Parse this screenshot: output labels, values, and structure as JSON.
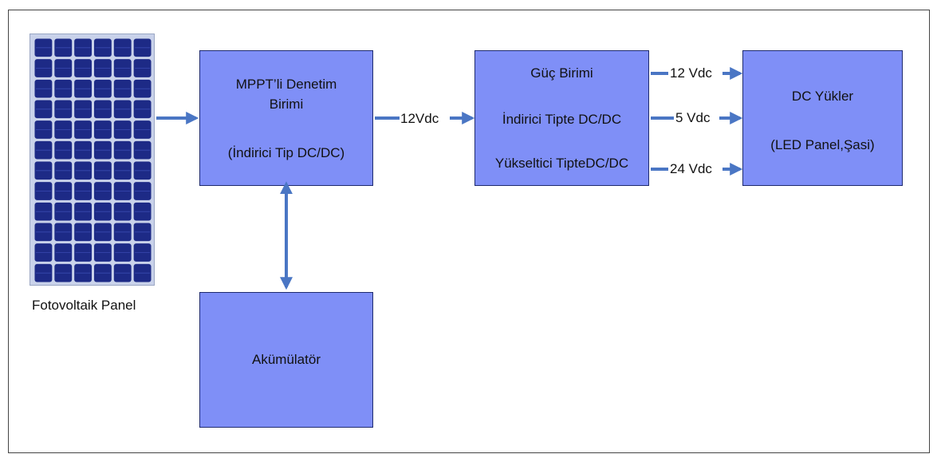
{
  "diagram": {
    "panel": {
      "label": "Fotovoltaik Panel",
      "cell_color": "#1d2a86",
      "frame_color": "#c9d2ea"
    },
    "mppt": {
      "line1": "MPPT’li Denetim",
      "line2": "Birimi",
      "line3": "(İndirici Tip DC/DC)"
    },
    "battery": {
      "label": "Akümülatör"
    },
    "power": {
      "line1": "Güç  Birimi",
      "line2": "İndirici Tipte DC/DC",
      "line3": "Yükseltici TipteDC/DC"
    },
    "loads": {
      "line1": "DC Yükler",
      "line2": "(LED Panel,Şasi)"
    },
    "connections": {
      "mppt_to_power": "12Vdc",
      "out1": "12 Vdc",
      "out2": "5 Vdc",
      "out3": "24 Vdc"
    },
    "colors": {
      "box_fill": "#7f8ff7",
      "box_border": "#1e2a6e",
      "arrow": "#4a76c4"
    }
  }
}
